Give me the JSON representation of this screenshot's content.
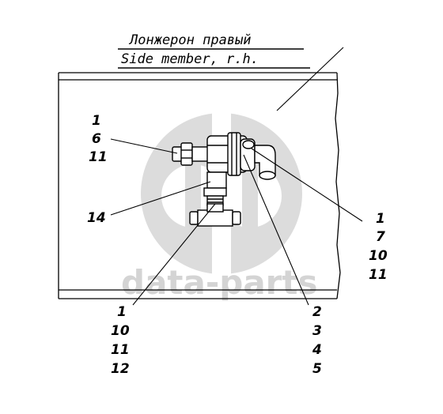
{
  "header": {
    "title_ru": "Лонжерон правый",
    "title_en": "Side member, r.h."
  },
  "watermark": {
    "text": "data-parts",
    "color": "#d4d4d4"
  },
  "callouts": {
    "upper_left": [
      "1",
      "6",
      "11"
    ],
    "mid_left": "14",
    "right": [
      "1",
      "7",
      "10",
      "11"
    ],
    "bottom_left": [
      "1",
      "10",
      "11",
      "12"
    ],
    "bottom_right": [
      "2",
      "3",
      "4",
      "5"
    ]
  },
  "colors": {
    "ink": "#000000",
    "watermark": "#d4d4d4"
  }
}
